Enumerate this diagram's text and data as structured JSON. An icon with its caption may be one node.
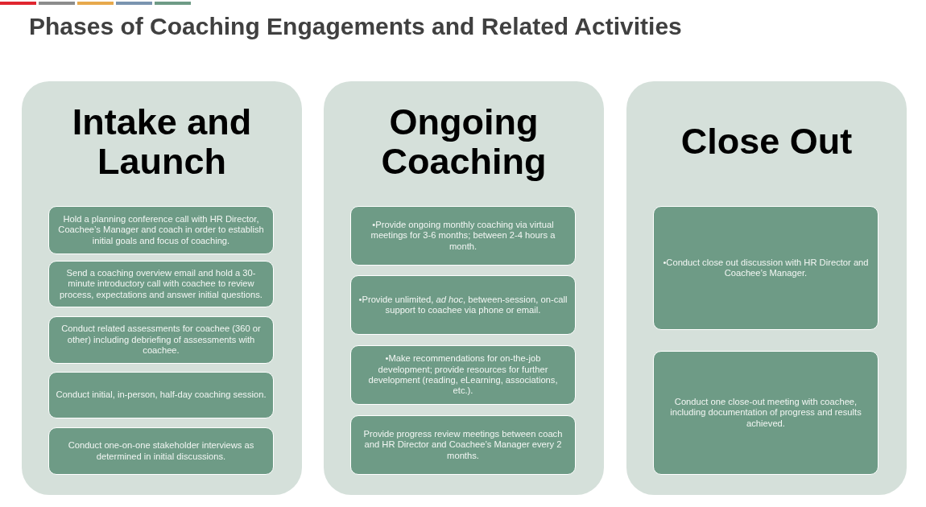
{
  "diagram": {
    "title": "Phases of Coaching Engagements and Related Activities",
    "nodes": [
      {
        "text": [
          "Intake and Launch"
        ]
      },
      {
        "text": [
          "Hold a planning conference call with HR Director, Coachee’s Manager and coach in order to establish initial goals and focus of coaching."
        ],
        "in": 0
      },
      {
        "text": [
          "Send a coaching overview email and hold a 30-minute introductory call with coachee to review process, expectations and answer initial questions."
        ],
        "in": 0
      },
      {
        "text": [
          "Conduct related assessments for coachee (360 or other) including debriefing of assessments with coachee."
        ],
        "in": 0
      },
      {
        "text": [
          "Conduct initial, in-person, half-day coaching session."
        ],
        "in": 0
      },
      {
        "text": [
          "Conduct one-on-one stakeholder interviews as determined in initial discussions."
        ],
        "in": 0
      },
      {
        "text": [
          "Ongoing Coaching"
        ]
      },
      {
        "text": [
          "•Provide ongoing monthly coaching via virtual meetings for 3-6 months; between 2-4 hours a month."
        ],
        "in": 6
      },
      {
        "text": [
          "•Provide unlimited, *ad hoc*, between-session, on-call support to coachee via phone or email."
        ],
        "in": 6
      },
      {
        "text": [
          "•Make recommendations for on-the-job development; provide resources for further development (reading, eLearning, associations, etc.)."
        ],
        "in": 6
      },
      {
        "text": [
          "Provide progress review meetings between coach and HR Director and Coachee’s Manager every 2 months."
        ],
        "in": 6
      },
      {
        "text": [
          "Close Out"
        ]
      },
      {
        "text": [
          "•Conduct close out discussion with HR Director and Coachee’s Manager."
        ],
        "in": 11
      },
      {
        "text": [
          "Conduct one close-out meeting with coachee, including documentation of progress and results achieved."
        ],
        "in": 11
      }
    ]
  }
}
